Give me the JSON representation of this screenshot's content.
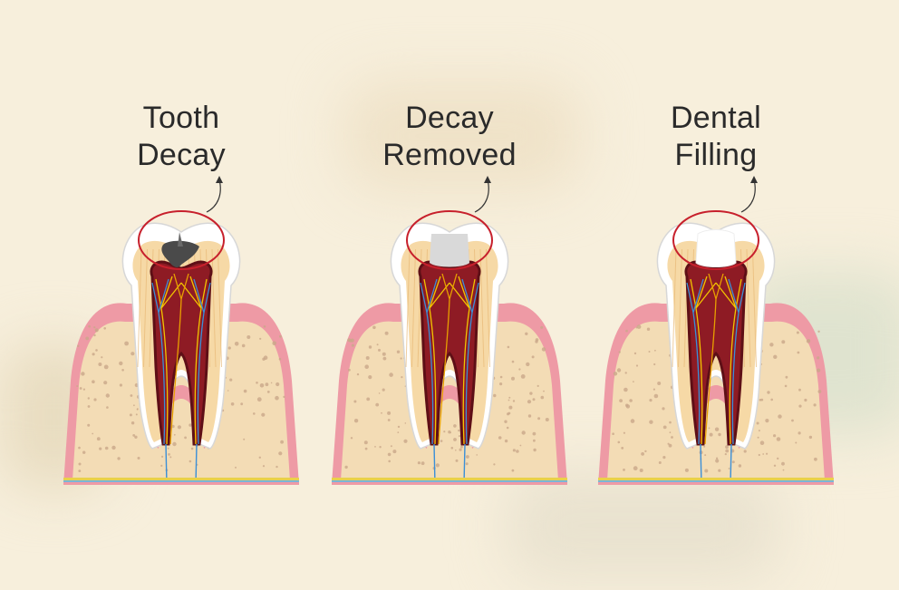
{
  "panels": [
    {
      "id": "decay",
      "title_line1": "Tooth",
      "title_line2": "Decay",
      "stage": "decay"
    },
    {
      "id": "removed",
      "title_line1": "Decay",
      "title_line2": "Removed",
      "stage": "removed"
    },
    {
      "id": "filling",
      "title_line1": "Dental",
      "title_line2": "Filling",
      "stage": "filling"
    }
  ],
  "colors": {
    "background": "#f7efdc",
    "gum": "#ee9aa5",
    "bone": "#f3dcb5",
    "enamel": "#ffffff",
    "dentin": "#f6d9a6",
    "pulp": "#8e1b24",
    "highlight_circle": "#c7202c",
    "decay": "#4a4a4a",
    "removed": "#d9d9d9",
    "filling": "#ffffff"
  }
}
